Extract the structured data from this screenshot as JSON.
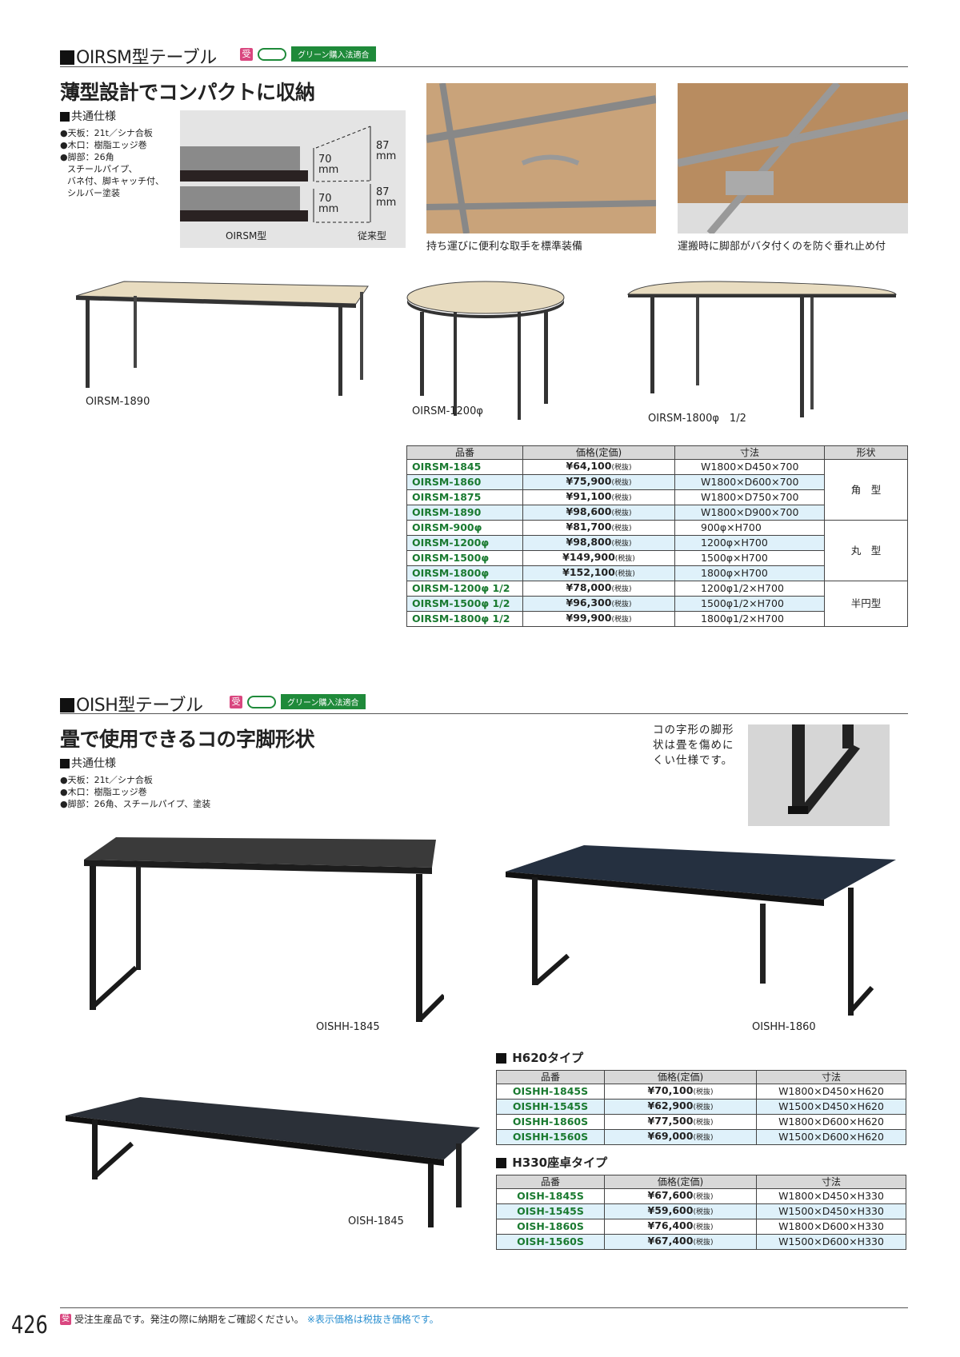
{
  "section1": {
    "title": "OIRSM型テーブル",
    "juchu_mark": "受",
    "green_badge": "グリーン購入法適合",
    "lead": "薄型設計でコンパクトに収納",
    "spec_heading": "共通仕様",
    "specs": [
      "●天板：21t／シナ合板",
      "●木口：樹脂エッジ巻",
      "●脚部：26角",
      "スチールパイプ、",
      "バネ付、脚キャッチ付、",
      "シルバー塗装"
    ],
    "diagram": {
      "dim_new": "70",
      "dim_old": "87",
      "unit": "mm",
      "label_new": "OIRSM型",
      "label_old": "従来型"
    },
    "photo_captions": [
      "持ち運びに便利な取手を標準装備",
      "運搬時に脚部がバタ付くのを防ぐ垂れ止め付"
    ],
    "product_labels": [
      "OIRSM-1890",
      "OIRSM-1200φ",
      "OIRSM-1800φ　1/2"
    ],
    "table": {
      "headers": [
        "品番",
        "価格(定価)",
        "寸法",
        "形状"
      ],
      "tax": "(税抜)",
      "rows": [
        {
          "code": "OIRSM-1845",
          "price": "¥64,100",
          "size": "W1800×D450×700"
        },
        {
          "code": "OIRSM-1860",
          "price": "¥75,900",
          "size": "W1800×D600×700"
        },
        {
          "code": "OIRSM-1875",
          "price": "¥91,100",
          "size": "W1800×D750×700"
        },
        {
          "code": "OIRSM-1890",
          "price": "¥98,600",
          "size": "W1800×D900×700"
        },
        {
          "code": "OIRSM-900φ",
          "price": "¥81,700",
          "size": "900φ×H700"
        },
        {
          "code": "OIRSM-1200φ",
          "price": "¥98,800",
          "size": "1200φ×H700"
        },
        {
          "code": "OIRSM-1500φ",
          "price": "¥149,900",
          "size": "1500φ×H700"
        },
        {
          "code": "OIRSM-1800φ",
          "price": "¥152,100",
          "size": "1800φ×H700"
        },
        {
          "code": "OIRSM-1200φ 1/2",
          "price": "¥78,000",
          "size": "1200φ1/2×H700"
        },
        {
          "code": "OIRSM-1500φ 1/2",
          "price": "¥96,300",
          "size": "1500φ1/2×H700"
        },
        {
          "code": "OIRSM-1800φ 1/2",
          "price": "¥99,900",
          "size": "1800φ1/2×H700"
        }
      ],
      "shapes": [
        "角　型",
        "丸　型",
        "半円型"
      ]
    }
  },
  "section2": {
    "title": "OISH型テーブル",
    "juchu_mark": "受",
    "green_badge": "グリーン購入法適合",
    "lead": "畳で使用できるコの字脚形状",
    "spec_heading": "共通仕様",
    "specs": [
      "●天板：21t／シナ合板",
      "●木口：樹脂エッジ巻",
      "●脚部：26角、スチールパイプ、塗装"
    ],
    "leg_caption": [
      "コの字形の脚形",
      "状は畳を傷めに",
      "くい仕様です。"
    ],
    "product_labels": [
      "OISHH-1845",
      "OISHH-1860",
      "OISH-1845"
    ],
    "h620": {
      "heading": "H620タイプ",
      "headers": [
        "品番",
        "価格(定価)",
        "寸法"
      ],
      "tax": "(税抜)",
      "rows": [
        {
          "code": "OISHH-1845S",
          "price": "¥70,100",
          "size": "W1800×D450×H620"
        },
        {
          "code": "OISHH-1545S",
          "price": "¥62,900",
          "size": "W1500×D450×H620"
        },
        {
          "code": "OISHH-1860S",
          "price": "¥77,500",
          "size": "W1800×D600×H620"
        },
        {
          "code": "OISHH-1560S",
          "price": "¥69,000",
          "size": "W1500×D600×H620"
        }
      ]
    },
    "h330": {
      "heading": "H330座卓タイプ",
      "headers": [
        "品番",
        "価格(定価)",
        "寸法"
      ],
      "tax": "(税抜)",
      "rows": [
        {
          "code": "OISH-1845S",
          "price": "¥67,600",
          "size": "W1800×D450×H330"
        },
        {
          "code": "OISH-1545S",
          "price": "¥59,600",
          "size": "W1500×D450×H330"
        },
        {
          "code": "OISH-1860S",
          "price": "¥76,400",
          "size": "W1800×D600×H330"
        },
        {
          "code": "OISH-1560S",
          "price": "¥67,400",
          "size": "W1500×D600×H330"
        }
      ]
    }
  },
  "footer": {
    "page": "426",
    "juchu_mark": "受",
    "note": "受注生産品です。発注の際に納期をご確認ください。",
    "tax_note": "※表示価格は税抜き価格です。"
  },
  "colors": {
    "code_green": "#1a7a30",
    "badge_green": "#1f8a3a",
    "row_blue": "#dff1fa",
    "juchu_pink": "#d9467f",
    "note_blue": "#2a8fd0"
  }
}
